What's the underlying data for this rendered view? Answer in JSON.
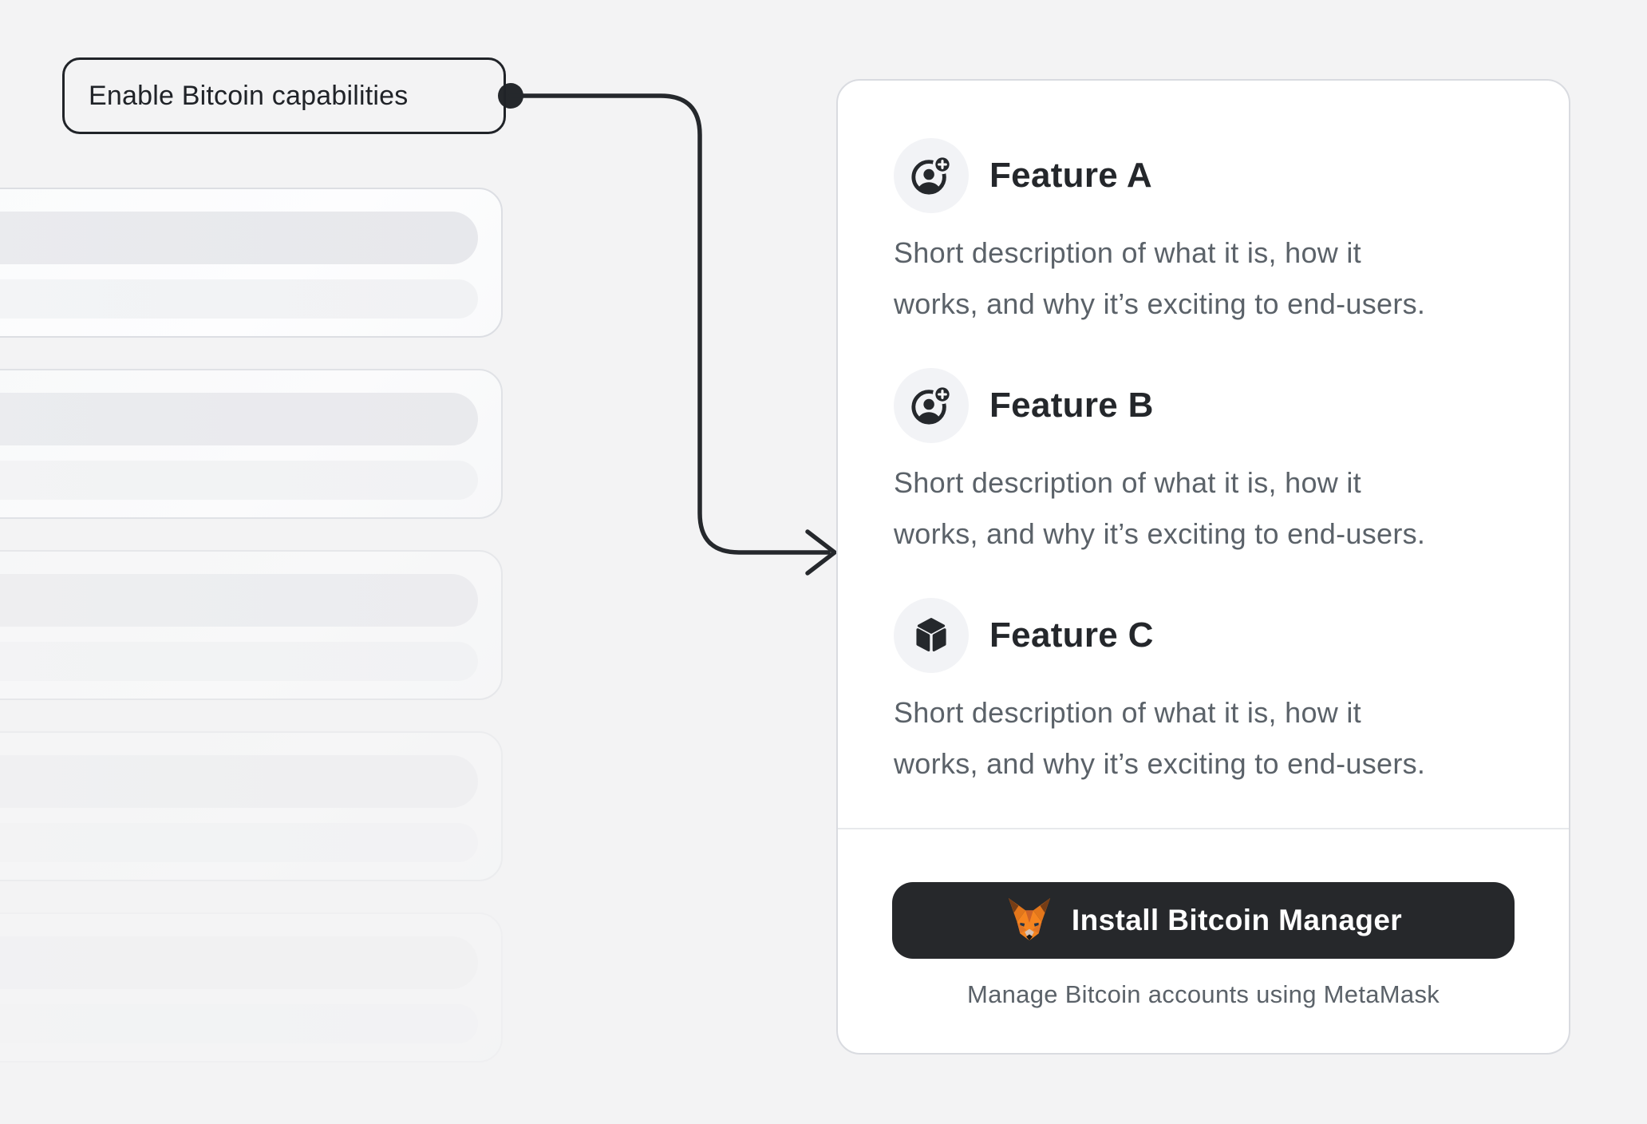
{
  "callout": {
    "label": "Enable Bitcoin capabilities"
  },
  "panel": {
    "features": [
      {
        "title": "Feature A",
        "icon": "user-add-icon",
        "description_line1": "Short description of what it is, how it",
        "description_line2": "works, and why it’s exciting to end-users."
      },
      {
        "title": "Feature B",
        "icon": "user-add-icon",
        "description_line1": "Short description of what it is, how it",
        "description_line2": "works, and why it’s exciting to end-users."
      },
      {
        "title": "Feature C",
        "icon": "cube-icon",
        "description_line1": "Short description of what it is, how it",
        "description_line2": "works, and why it’s exciting to end-users."
      }
    ],
    "install_button": {
      "label": "Install Bitcoin Manager",
      "icon": "metamask-fox-icon"
    },
    "caption": "Manage Bitcoin accounts using MetaMask"
  },
  "skeleton": {
    "card_count": 5
  },
  "colors": {
    "page_bg": "#f3f3f4",
    "ink": "#25282c",
    "text_secondary": "#5b6269",
    "card_bg": "#ffffff",
    "card_border": "#d9dbe0",
    "chip_bg": "#f2f3f6",
    "divider": "#e7e9ec",
    "button_bg": "#26282b",
    "button_text": "#ffffff",
    "skeleton_border": "#dcdee3",
    "skeleton_pill_dark": "#e9eaee",
    "skeleton_pill_light": "#f3f4f6",
    "metamask_orange": "#f5841f"
  }
}
